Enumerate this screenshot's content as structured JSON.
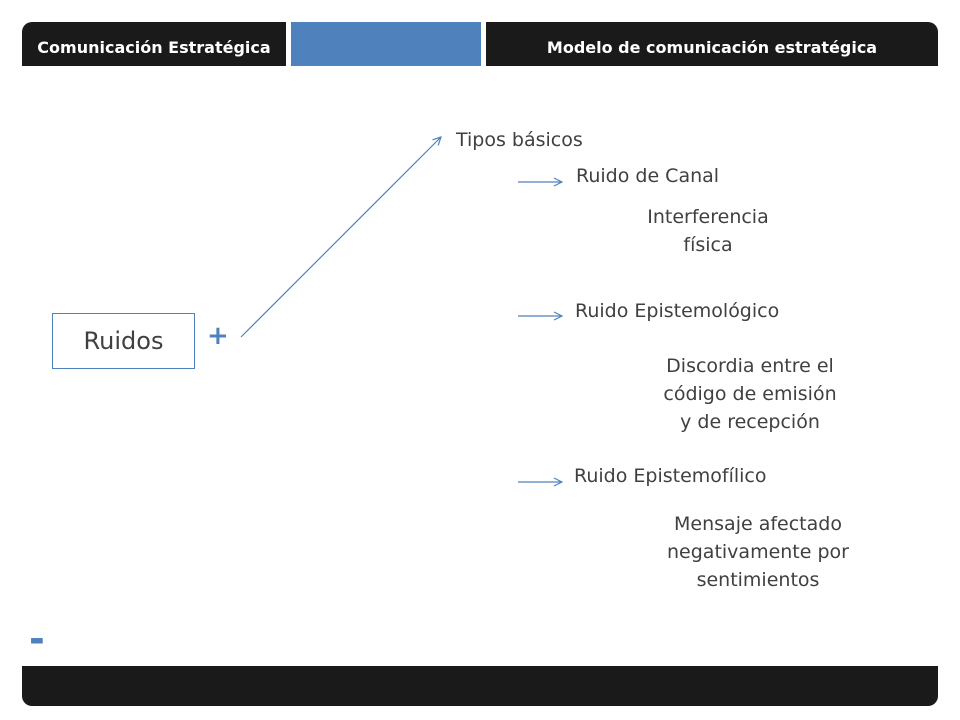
{
  "header": {
    "left_title": "Comunicación Estratégica",
    "right_title": "Modelo de comunicación estratégica"
  },
  "diagram": {
    "main_node": "Ruidos",
    "plus_symbol": "+",
    "minus_symbol": "-",
    "branch_title": "Tipos básicos",
    "types": [
      {
        "name": "Ruido de Canal",
        "description_lines": [
          "Interferencia",
          "física"
        ]
      },
      {
        "name": "Ruido Epistemológico",
        "description_lines": [
          "Discordia entre el",
          "código de emisión",
          "y de recepción"
        ]
      },
      {
        "name": "Ruido Epistemofílico",
        "description_lines": [
          "Mensaje afectado",
          "negativamente por",
          "sentimientos"
        ]
      }
    ]
  },
  "colors": {
    "header_bg": "#1a1a1a",
    "accent": "#4f81bd",
    "text": "#404040"
  }
}
